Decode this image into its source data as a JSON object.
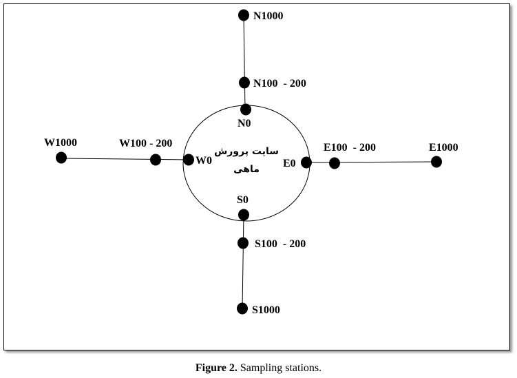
{
  "diagram": {
    "site_label_line1": "سایت پرورش",
    "site_label_line2": "ماهی",
    "stations": [
      {
        "id": "N1000",
        "label": "N1000"
      },
      {
        "id": "N100",
        "label": "N100  - 200"
      },
      {
        "id": "N0",
        "label": "N0"
      },
      {
        "id": "W1000",
        "label": "W1000"
      },
      {
        "id": "W100",
        "label": "W100 - 200"
      },
      {
        "id": "W0",
        "label": "W0"
      },
      {
        "id": "E0",
        "label": "E0"
      },
      {
        "id": "E100",
        "label": "E100  - 200"
      },
      {
        "id": "E1000",
        "label": "E1000"
      },
      {
        "id": "S0",
        "label": "S0"
      },
      {
        "id": "S100",
        "label": "S100  - 200"
      },
      {
        "id": "S1000",
        "label": "S1000"
      }
    ]
  },
  "caption": {
    "number": "Figure 2.",
    "text": " Sampling stations."
  }
}
